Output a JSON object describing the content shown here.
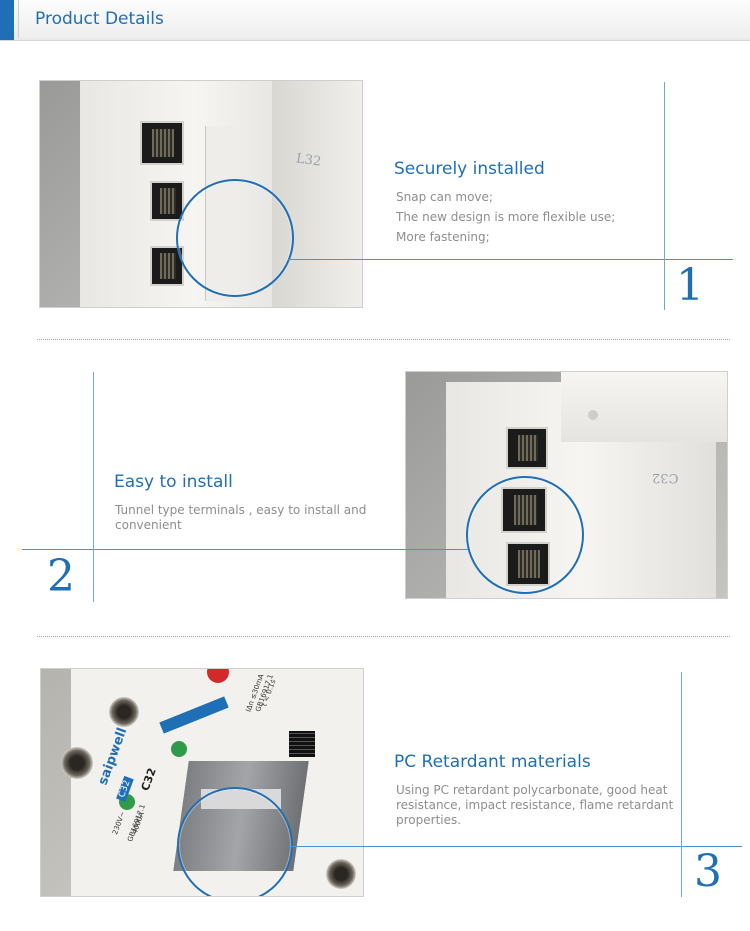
{
  "header": {
    "title": "Product Details"
  },
  "features": [
    {
      "title": "Securely installed",
      "lines": [
        "Snap can move;",
        "The new design is more flexible use;",
        "More fastening;"
      ],
      "number": "1"
    },
    {
      "title": "Easy to install",
      "lines": [
        "Tunnel type terminals , easy to install and",
        "convenient"
      ],
      "number": "2"
    },
    {
      "title": "PC Retardant materials",
      "lines": [
        "Using PC retardant polycarbonate, good heat",
        "resistance, impact resistance, flame retardant",
        "properties."
      ],
      "number": "3"
    }
  ],
  "photo_labels": {
    "photo1_marking": "L32",
    "photo2_marking": "C32",
    "brand": "saipwell",
    "model_badge": "C32",
    "rating": "C32",
    "spec_lines": [
      "230V~",
      "GB16917.1",
      "4000A"
    ],
    "top_spec": [
      "IΔn ≤30mA",
      "GB16917.1",
      "t < 0.1s"
    ]
  },
  "colors": {
    "accent": "#1f6fb6",
    "body_text": "#8e8e8e",
    "guide_line": "#4a93cd"
  }
}
